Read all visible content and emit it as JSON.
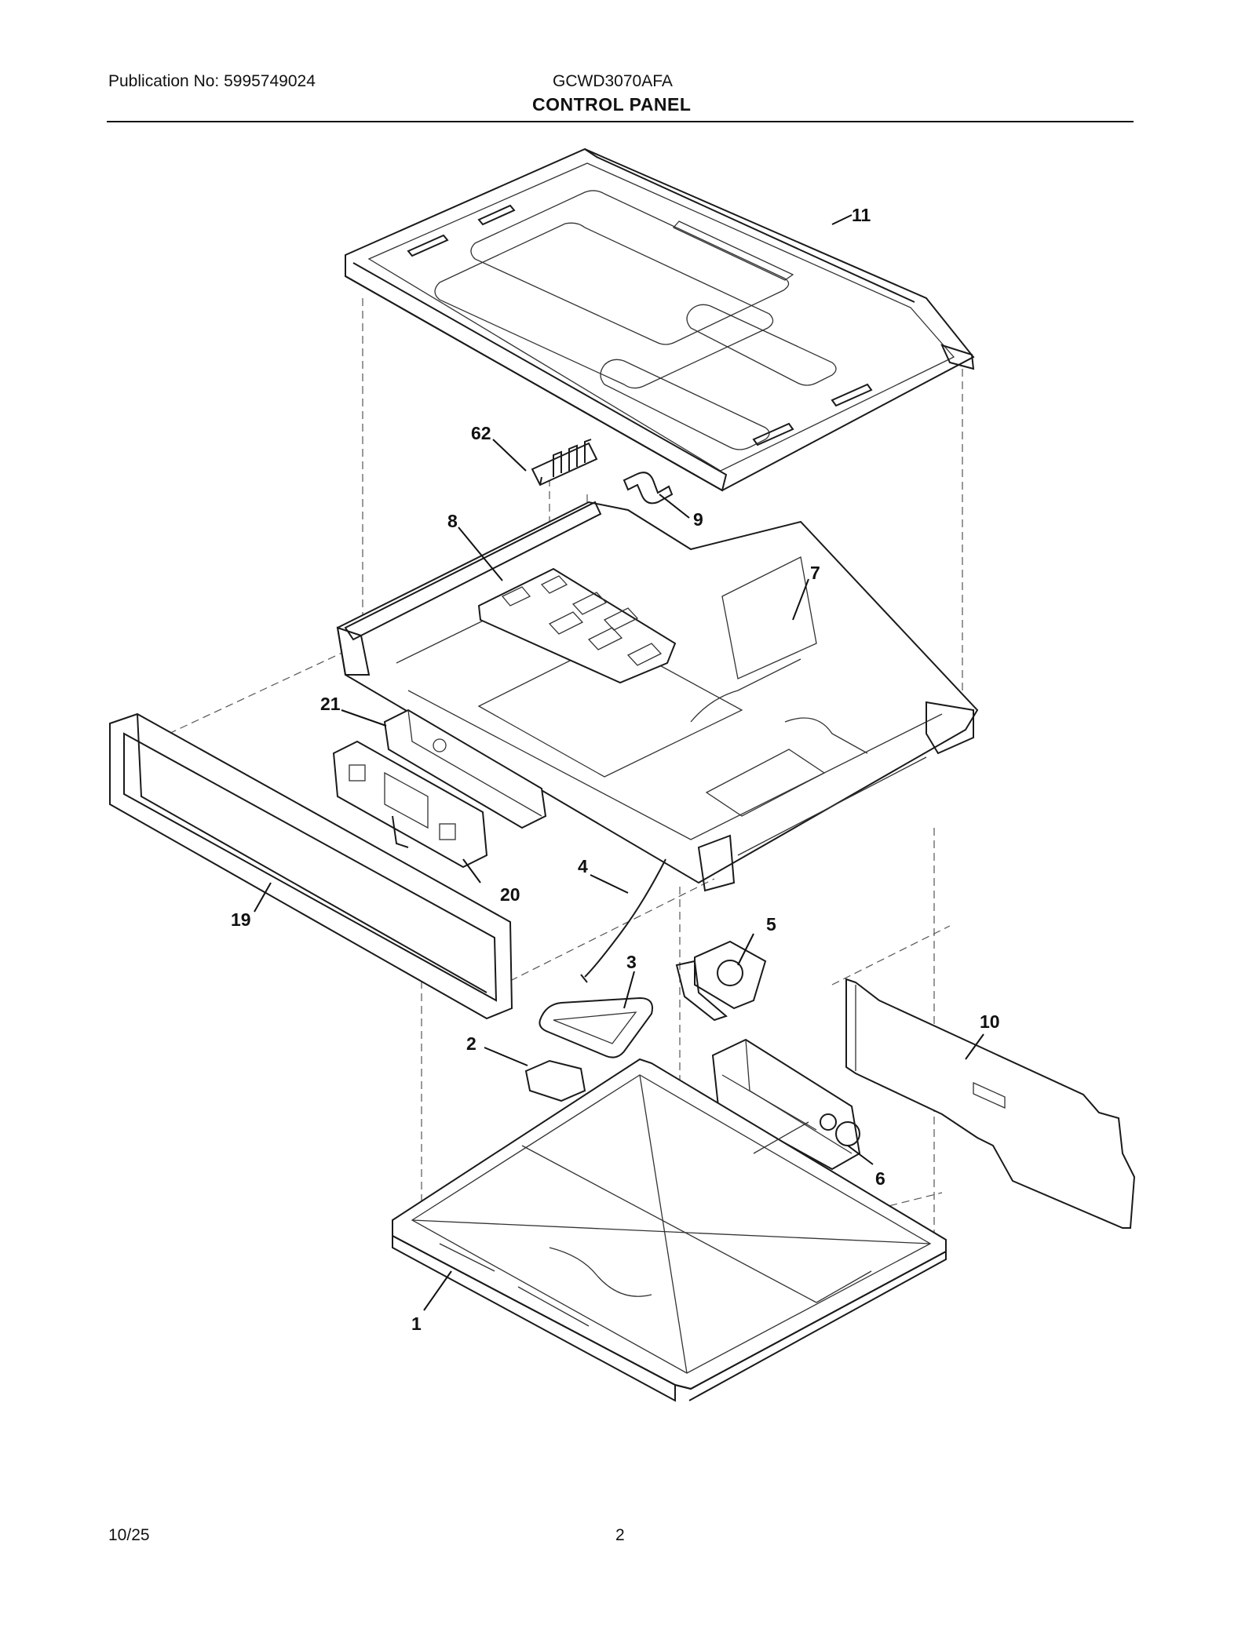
{
  "header": {
    "publication": "Publication No: 5995749024",
    "model": "GCWD3070AFA",
    "title": "CONTROL PANEL"
  },
  "footer": {
    "date": "10/25",
    "page": "2"
  },
  "callouts": {
    "p11": "11",
    "p62": "62",
    "p9": "9",
    "p8": "8",
    "p7": "7",
    "p21": "21",
    "p20": "20",
    "p19": "19",
    "p4": "4",
    "p5": "5",
    "p3": "3",
    "p10": "10",
    "p2": "2",
    "p6": "6",
    "p1": "1"
  }
}
